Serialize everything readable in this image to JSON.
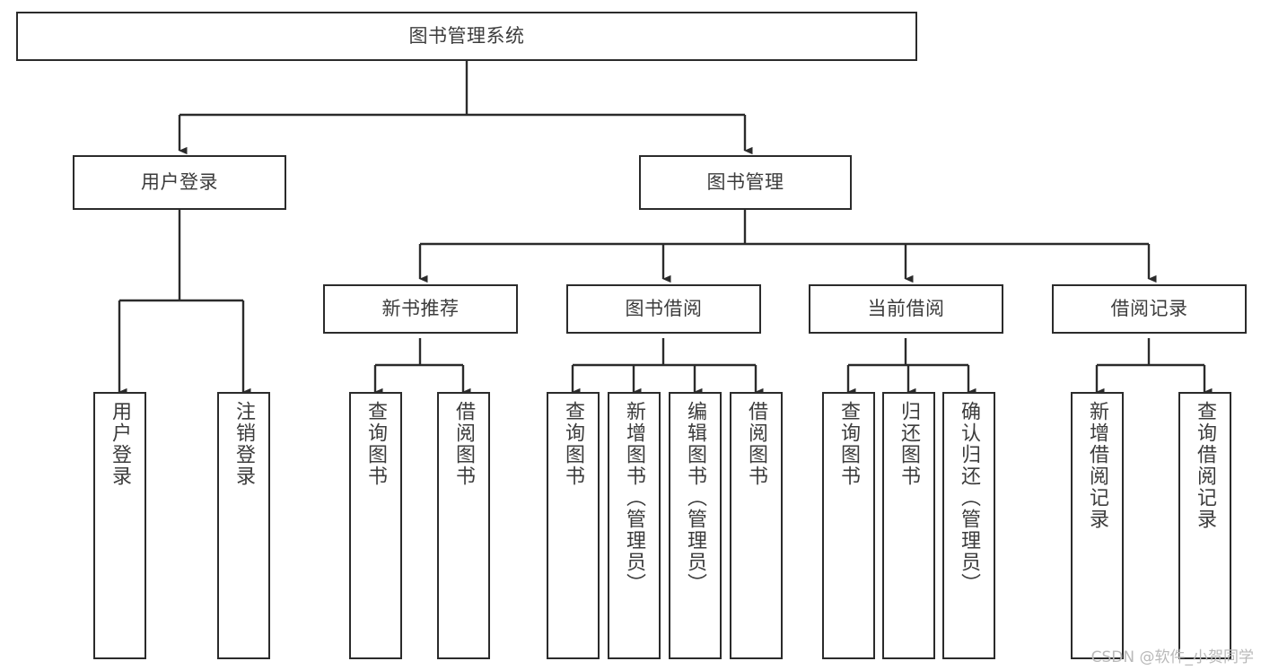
{
  "diagram": {
    "type": "tree",
    "title": "图书管理系统",
    "orientation": "top-down",
    "colors": {
      "background": "#ffffff",
      "node_border": "#2b2b2b",
      "node_fill": "#ffffff",
      "text": "#3c3c3c",
      "edge": "#2b2b2b",
      "watermark": "#b9b9b9"
    },
    "levels": {
      "root": "图书管理系统",
      "level2": [
        "用户登录",
        "图书管理"
      ],
      "level3": [
        "新书推荐",
        "图书借阅",
        "当前借阅",
        "借阅记录"
      ]
    },
    "nodes": {
      "root": {
        "label": "图书管理系统",
        "orientation": "horizontal"
      },
      "user_login": {
        "label": "用户登录",
        "orientation": "horizontal"
      },
      "book_manage": {
        "label": "图书管理",
        "orientation": "horizontal"
      },
      "new_book_rec": {
        "label": "新书推荐",
        "orientation": "horizontal"
      },
      "book_borrow": {
        "label": "图书借阅",
        "orientation": "horizontal"
      },
      "current_borrow": {
        "label": "当前借阅",
        "orientation": "horizontal"
      },
      "borrow_record": {
        "label": "借阅记录",
        "orientation": "horizontal"
      },
      "leaf_user_login": {
        "label": "用户登录",
        "orientation": "vertical"
      },
      "leaf_logout": {
        "label": "注销登录",
        "orientation": "vertical"
      },
      "leaf_query_book_1": {
        "label": "查询图书",
        "orientation": "vertical"
      },
      "leaf_borrow_book_1": {
        "label": "借阅图书",
        "orientation": "vertical"
      },
      "leaf_query_book_2": {
        "label": "查询图书",
        "orientation": "vertical"
      },
      "leaf_add_book": {
        "label": "新增图书（管理员）",
        "orientation": "vertical"
      },
      "leaf_edit_book": {
        "label": "编辑图书（管理员）",
        "orientation": "vertical"
      },
      "leaf_borrow_book_2": {
        "label": "借阅图书",
        "orientation": "vertical"
      },
      "leaf_query_book_3": {
        "label": "查询图书",
        "orientation": "vertical"
      },
      "leaf_return_book": {
        "label": "归还图书",
        "orientation": "vertical"
      },
      "leaf_confirm_return": {
        "label": "确认归还（管理员）",
        "orientation": "vertical"
      },
      "leaf_add_record": {
        "label": "新增借阅记录",
        "orientation": "vertical"
      },
      "leaf_query_record": {
        "label": "查询借阅记录",
        "orientation": "vertical"
      }
    },
    "edges": [
      {
        "from": "root",
        "to": "user_login"
      },
      {
        "from": "root",
        "to": "book_manage"
      },
      {
        "from": "user_login",
        "to": "leaf_user_login"
      },
      {
        "from": "user_login",
        "to": "leaf_logout"
      },
      {
        "from": "book_manage",
        "to": "new_book_rec"
      },
      {
        "from": "book_manage",
        "to": "book_borrow"
      },
      {
        "from": "book_manage",
        "to": "current_borrow"
      },
      {
        "from": "book_manage",
        "to": "borrow_record"
      },
      {
        "from": "new_book_rec",
        "to": "leaf_query_book_1"
      },
      {
        "from": "new_book_rec",
        "to": "leaf_borrow_book_1"
      },
      {
        "from": "book_borrow",
        "to": "leaf_query_book_2"
      },
      {
        "from": "book_borrow",
        "to": "leaf_add_book"
      },
      {
        "from": "book_borrow",
        "to": "leaf_edit_book"
      },
      {
        "from": "book_borrow",
        "to": "leaf_borrow_book_2"
      },
      {
        "from": "current_borrow",
        "to": "leaf_query_book_3"
      },
      {
        "from": "current_borrow",
        "to": "leaf_return_book"
      },
      {
        "from": "current_borrow",
        "to": "leaf_confirm_return"
      },
      {
        "from": "borrow_record",
        "to": "leaf_add_record"
      },
      {
        "from": "borrow_record",
        "to": "leaf_query_record"
      }
    ]
  },
  "watermark": {
    "text": "CSDN @软件_小贺同学"
  }
}
